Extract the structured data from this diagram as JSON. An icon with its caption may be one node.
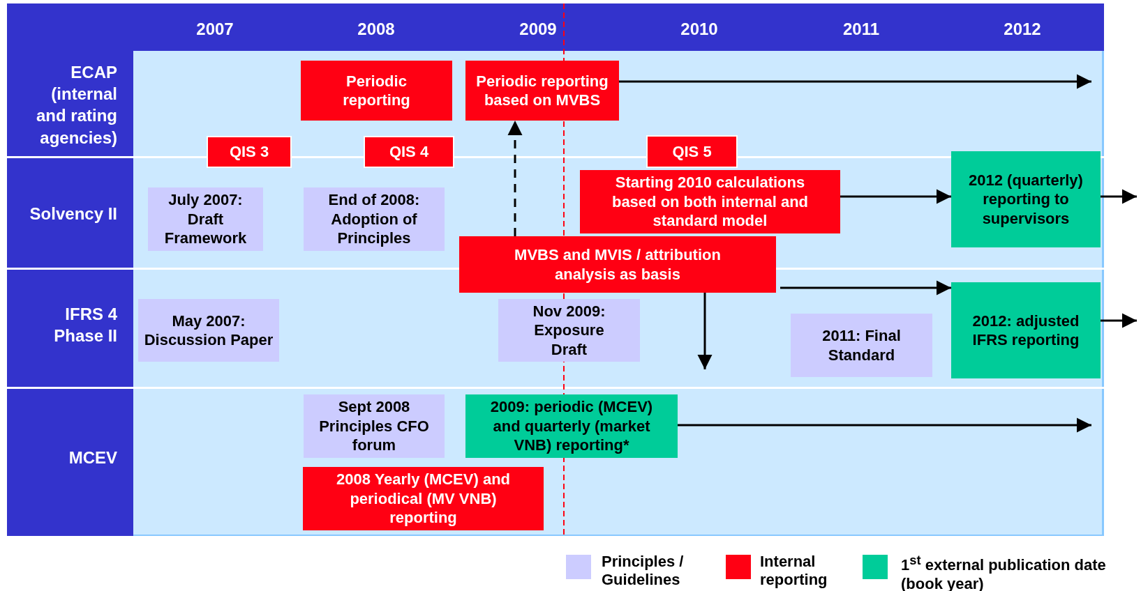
{
  "diagram": {
    "nodes": [
      {
        "text": [
          "Periodic reporting"
        ]
      },
      {
        "text": [
          "Periodic reporting based on MVBS"
        ]
      },
      {
        "text": [
          "QIS 3"
        ]
      },
      {
        "text": [
          "QIS 4"
        ]
      },
      {
        "text": [
          "QIS 5"
        ]
      },
      {
        "text": [
          "July 2007: Draft Framework"
        ]
      },
      {
        "text": [
          "End of 2008: Adoption of Principles"
        ]
      },
      {
        "text": [
          "Starting 2010 calculations based on  both internal and standard model"
        ]
      },
      {
        "text": [
          "2012 (quarterly) reporting to supervisors"
        ]
      },
      {
        "text": [
          "MVBS and MVIS / attribution analysis as basis"
        ]
      },
      {
        "text": [
          "May 2007: Discussion Paper"
        ]
      },
      {
        "text": [
          "Nov  2009: Exposure Draft"
        ]
      },
      {
        "text": [
          "2011: Final Standard"
        ]
      },
      {
        "text": [
          "2012: adjusted IFRS reporting"
        ]
      },
      {
        "text": [
          "Sept 2008 Principles CFO forum"
        ]
      },
      {
        "text": [
          "2009: periodic (MCEV) and quarterly (market VNB) reporting*"
        ]
      },
      {
        "text": [
          "2008 Yearly (MCEV) and periodical (MV VNB) reporting"
        ]
      }
    ],
    "edges": [
      {
        "from": 1,
        "to": null,
        "arrow": "to"
      },
      {
        "from": 9,
        "to": 1,
        "arrow": "to",
        "style": "dashed"
      },
      {
        "from": 7,
        "to": 8,
        "arrow": "to"
      },
      {
        "from": 8,
        "to": null,
        "arrow": "to"
      },
      {
        "from": 9,
        "to": 13,
        "arrow": "to"
      },
      {
        "from": 13,
        "to": null,
        "arrow": "to"
      },
      {
        "from": 9,
        "to": null,
        "arrow": "to"
      },
      {
        "from": 15,
        "to": null,
        "arrow": "to"
      }
    ],
    "labels": [
      "2007",
      "2008",
      "2009",
      "2010",
      "2011",
      "2012",
      "ECAP (internal and rating agencies)",
      "Solvency II",
      "IFRS 4 Phase II",
      "MCEV"
    ],
    "legend": [
      {
        "text": "Principles / Guidelines",
        "color": "#ccccff"
      },
      {
        "text": "Internal reporting",
        "color": "#ff0013"
      },
      {
        "text": "1$^{st}$ external publication date (book year)",
        "color": "#00cc99"
      }
    ]
  }
}
